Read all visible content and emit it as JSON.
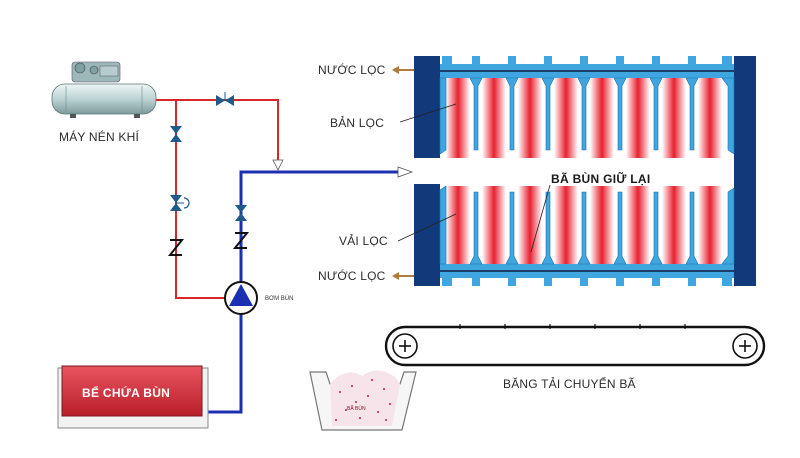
{
  "labels": {
    "compressor": "MÁY NÉN KHÍ",
    "filtrate_top": "NƯỚC LỌC",
    "filter_plate": "BẢN LỌC",
    "retained_sludge": "BÃ BÙN GIỮ LẠI",
    "filter_cloth": "VẢI LỌC",
    "filtrate_bottom": "NƯỚC LỌC",
    "sludge_pump": "BƠM BÙN",
    "sludge_tank": "BỂ CHỨA BÙN",
    "conveyor": "BĂNG TẢI CHUYỂN BÃ",
    "cake_bin": "BÃ BÙN"
  },
  "colors": {
    "air_line": "#d62828",
    "sludge_line": "#1b2fb3",
    "valve": "#1f5a8a",
    "press_frame": "#123a7a",
    "press_plate": "#3fa6e0",
    "chamber_gradient_center": "#e8202f",
    "tank_fill": "#d9343f",
    "filtrate_arrow": "#b07a3a"
  },
  "icons": {
    "valve": "butterfly-valve-icon",
    "check_valve": "check-valve-icon",
    "pump": "pump-icon",
    "compressor": "air-compressor-icon",
    "pulley": "pulley-plus-icon"
  }
}
